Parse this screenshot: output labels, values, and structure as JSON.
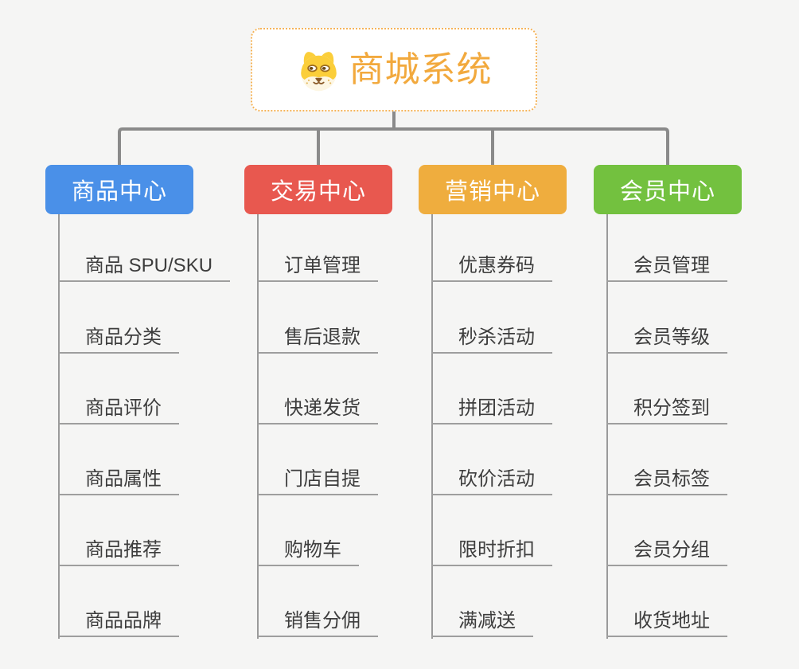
{
  "root": {
    "title": "商城系统",
    "icon": "dog-face-icon"
  },
  "branches": [
    {
      "label": "商品中心",
      "color": "#4A90E8",
      "items": [
        "商品 SPU/SKU",
        "商品分类",
        "商品评价",
        "商品属性",
        "商品推荐",
        "商品品牌"
      ]
    },
    {
      "label": "交易中心",
      "color": "#E8584F",
      "items": [
        "订单管理",
        "售后退款",
        "快递发货",
        "门店自提",
        "购物车",
        "销售分佣"
      ]
    },
    {
      "label": "营销中心",
      "color": "#EFAD3E",
      "items": [
        "优惠券码",
        "秒杀活动",
        "拼团活动",
        "砍价活动",
        "限时折扣",
        "满减送"
      ]
    },
    {
      "label": "会员中心",
      "color": "#73C13F",
      "items": [
        "会员管理",
        "会员等级",
        "积分签到",
        "会员标签",
        "会员分组",
        "收货地址"
      ]
    }
  ],
  "colors": {
    "background": "#F5F5F4",
    "root_accent": "#F2A93D",
    "root_border": "#F5B45A",
    "connector": "#8A8A8A",
    "leaf_text": "#3D3D3D",
    "leaf_line": "#9E9E9E"
  }
}
